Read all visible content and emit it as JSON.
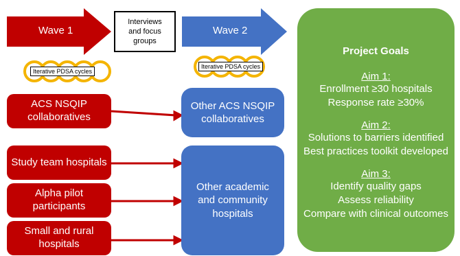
{
  "wave1": {
    "label": "Wave 1",
    "pdsa": "Iterative PDSA cycles"
  },
  "interviews": {
    "label": "Interviews\nand focus\ngroups"
  },
  "wave2": {
    "label": "Wave 2",
    "pdsa": "Iterative PDSA cycles"
  },
  "red_boxes": [
    {
      "label": "ACS NSQIP\ncollaboratives"
    },
    {
      "label": "Study team hospitals"
    },
    {
      "label": "Alpha pilot\nparticipants"
    },
    {
      "label": "Small and rural\nhospitals"
    }
  ],
  "blue_boxes": [
    {
      "label": "Other ACS NSQIP\ncollaboratives"
    },
    {
      "label": "Other academic\nand community\nhospitals"
    }
  ],
  "goals": {
    "title": "Project Goals",
    "aims": [
      {
        "heading": "Aim 1:",
        "lines": [
          "Enrollment ≥30 hospitals",
          "Response rate ≥30%"
        ]
      },
      {
        "heading": "Aim 2:",
        "lines": [
          "Solutions to barriers identified",
          "Best practices toolkit developed"
        ]
      },
      {
        "heading": "Aim 3:",
        "lines": [
          "Identify quality gaps",
          "Assess reliability",
          "Compare with clinical outcomes"
        ]
      }
    ]
  },
  "colors": {
    "red": "#c00000",
    "blue": "#4472c4",
    "green": "#70ad47",
    "gold": "#f4b400"
  }
}
